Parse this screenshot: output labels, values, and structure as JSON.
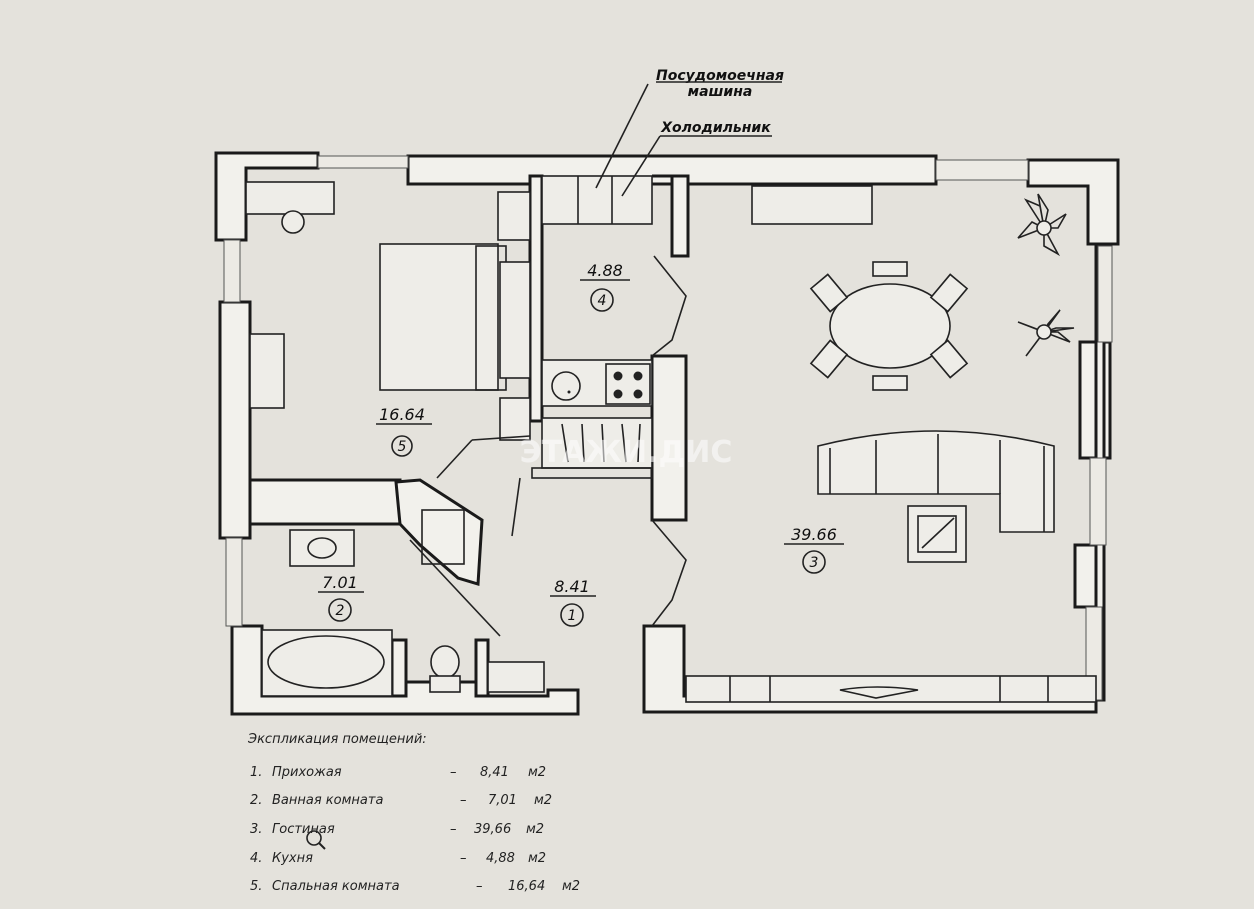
{
  "callouts": {
    "dishwasher": [
      "Посудомоечная",
      "машина"
    ],
    "fridge": "Холодильник"
  },
  "rooms": [
    {
      "id": "hall",
      "number": "1",
      "area": "8.41"
    },
    {
      "id": "bathroom",
      "number": "2",
      "area": "7.01"
    },
    {
      "id": "living",
      "number": "3",
      "area": "39.66"
    },
    {
      "id": "kitchen",
      "number": "4",
      "area": "4.88"
    },
    {
      "id": "bedroom",
      "number": "5",
      "area": "16.64"
    }
  ],
  "legend": {
    "title": "Экспликация помещений:",
    "items": [
      {
        "n": "1.",
        "name": "Прихожая",
        "dash": "–",
        "value": "8,41",
        "unit": "м2"
      },
      {
        "n": "2.",
        "name": "Ванная комната",
        "dash": "–",
        "value": "7,01",
        "unit": "м2"
      },
      {
        "n": "3.",
        "name": "Гостиная",
        "dash": "–",
        "value": "39,66",
        "unit": "м2"
      },
      {
        "n": "4.",
        "name": "Кухня",
        "dash": "–",
        "value": "4,88",
        "unit": "м2"
      },
      {
        "n": "5.",
        "name": "Спальная комната",
        "dash": "–",
        "value": "16,64",
        "unit": "м2"
      }
    ]
  },
  "watermark": "ЭТАЖИ.ДИС"
}
